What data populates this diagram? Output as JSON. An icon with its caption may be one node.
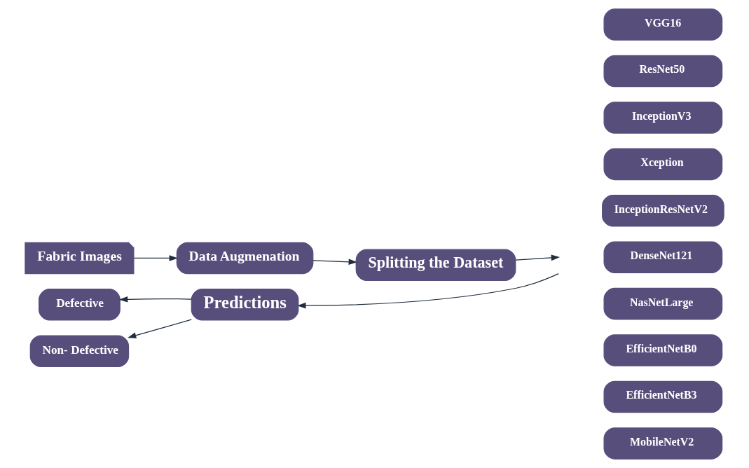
{
  "diagram": {
    "nodes": [
      {
        "text": [
          "Fabric Images"
        ]
      },
      {
        "text": [
          "Data Augmenation"
        ]
      },
      {
        "text": [
          "Splitting the Dataset"
        ]
      },
      {
        "text": [
          "VGG16"
        ]
      },
      {
        "text": [
          "ResNet50"
        ]
      },
      {
        "text": [
          "InceptionV3"
        ]
      },
      {
        "text": [
          "Xception"
        ]
      },
      {
        "text": [
          "InceptionResNetV2"
        ]
      },
      {
        "text": [
          "DenseNet121"
        ]
      },
      {
        "text": [
          "NasNetLarge"
        ]
      },
      {
        "text": [
          "EfficientNetB0"
        ]
      },
      {
        "text": [
          "EfficientNetB3"
        ]
      },
      {
        "text": [
          "MobileNetV2"
        ]
      },
      {
        "text": [
          "Defective"
        ]
      },
      {
        "text": [
          "Predictions"
        ]
      },
      {
        "text": [
          "Non- Defective"
        ]
      }
    ],
    "edges": [
      {
        "from": 0,
        "to": 1,
        "arrow": "to"
      },
      {
        "from": 1,
        "to": 2,
        "arrow": "to"
      },
      {
        "from": 2,
        "to": null,
        "arrow": "to"
      },
      {
        "from": null,
        "to": 14,
        "arrow": "to"
      },
      {
        "from": 14,
        "to": 13,
        "arrow": "to"
      },
      {
        "from": 14,
        "to": 15,
        "arrow": "to"
      }
    ]
  }
}
